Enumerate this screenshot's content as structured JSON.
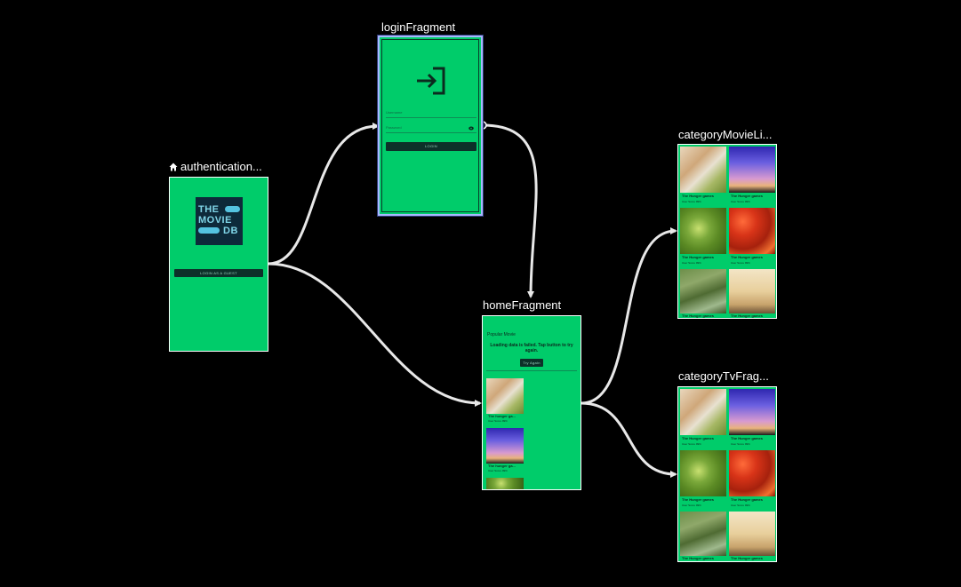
{
  "canvas": {
    "background": "#000000",
    "frame_color": "#00cc6a",
    "arrow_color": "#e8e8e8"
  },
  "nodes": {
    "authentication": {
      "title": "authentication...",
      "is_start_destination": true,
      "start_icon": "home-icon",
      "logo_lines": [
        "THE",
        "MOVIE",
        "DB"
      ],
      "guest_button": "LOGIN AS A GUEST"
    },
    "login": {
      "title": "loginFragment",
      "selected": true,
      "icon": "login-arrow-icon",
      "username_placeholder": "Username",
      "password_placeholder": "Password",
      "login_button": "LOGIN"
    },
    "home": {
      "title": "homeFragment",
      "section_title": "Popular Movie",
      "error_text": "Loading data is failed. Tap button to try again.",
      "retry_button": "Try Again",
      "item_title": "The hunger ga...",
      "item_score": "User Score 99%"
    },
    "categoryMovie": {
      "title": "categoryMovieLi...",
      "item_title": "The Hunger games",
      "item_score": "User Score 99%"
    },
    "categoryTv": {
      "title": "categoryTvFrag...",
      "item_title": "The Hunger games",
      "item_score": "User Score 99%"
    }
  },
  "connections": [
    {
      "from": "authentication",
      "to": "login"
    },
    {
      "from": "authentication",
      "to": "home"
    },
    {
      "from": "login",
      "to": "home"
    },
    {
      "from": "home",
      "to": "categoryMovie"
    },
    {
      "from": "home",
      "to": "categoryTv"
    }
  ]
}
